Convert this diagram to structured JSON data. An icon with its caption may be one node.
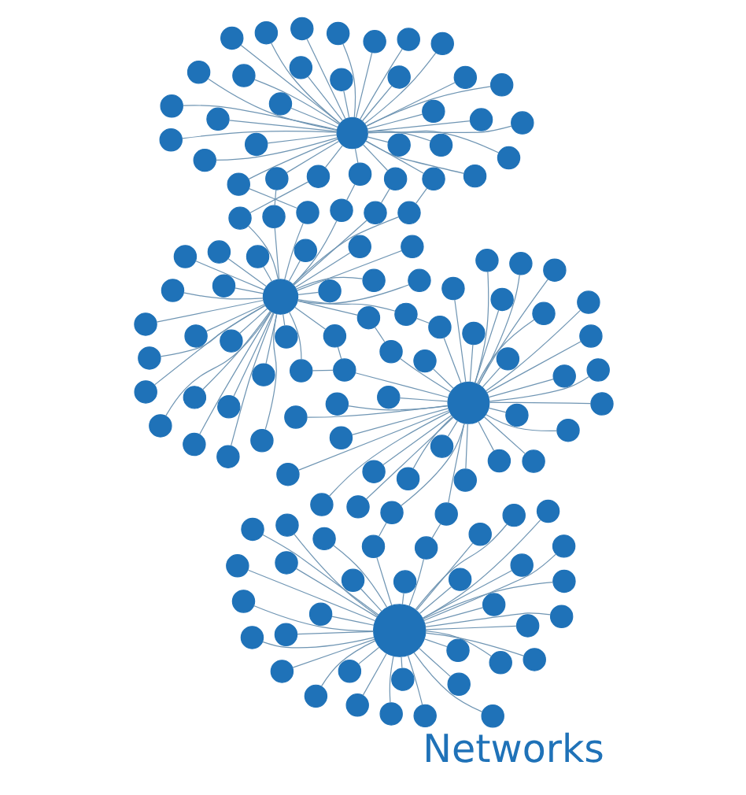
{
  "diagram": {
    "title": "Networks",
    "nodes": [
      {
        "text": [],
        "shape": "circle"
      },
      {
        "text": [],
        "shape": "circle"
      },
      {
        "text": [],
        "shape": "circle"
      },
      {
        "text": [],
        "shape": "circle"
      },
      {
        "text": [],
        "shape": "circle"
      },
      {
        "text": [],
        "shape": "circle"
      },
      {
        "text": [],
        "shape": "circle"
      },
      {
        "text": [],
        "shape": "circle"
      },
      {
        "text": [],
        "shape": "circle"
      },
      {
        "text": [],
        "shape": "circle"
      },
      {
        "text": [],
        "shape": "circle"
      },
      {
        "text": [],
        "shape": "circle"
      },
      {
        "text": [],
        "shape": "circle"
      },
      {
        "text": [],
        "shape": "circle"
      },
      {
        "text": [],
        "shape": "circle"
      },
      {
        "text": [],
        "shape": "circle"
      },
      {
        "text": [],
        "shape": "circle"
      },
      {
        "text": [],
        "shape": "circle"
      },
      {
        "text": [],
        "shape": "circle"
      },
      {
        "text": [],
        "shape": "circle"
      },
      {
        "text": [],
        "shape": "circle"
      },
      {
        "text": [],
        "shape": "circle"
      },
      {
        "text": [],
        "shape": "circle"
      },
      {
        "text": [],
        "shape": "circle"
      },
      {
        "text": [],
        "shape": "circle"
      },
      {
        "text": [],
        "shape": "circle"
      },
      {
        "text": [],
        "shape": "circle"
      },
      {
        "text": [],
        "shape": "circle"
      },
      {
        "text": [],
        "shape": "circle"
      },
      {
        "text": [],
        "shape": "circle"
      },
      {
        "text": [],
        "shape": "circle"
      },
      {
        "text": [],
        "shape": "circle"
      },
      {
        "text": [],
        "shape": "circle"
      },
      {
        "text": [],
        "shape": "circle"
      },
      {
        "text": [],
        "shape": "circle"
      },
      {
        "text": [],
        "shape": "circle"
      },
      {
        "text": [],
        "shape": "circle"
      },
      {
        "text": [],
        "shape": "circle"
      },
      {
        "text": [],
        "shape": "circle"
      },
      {
        "text": [],
        "shape": "circle"
      },
      {
        "text": [],
        "shape": "circle"
      },
      {
        "text": [],
        "shape": "circle"
      },
      {
        "text": [],
        "shape": "circle"
      },
      {
        "text": [],
        "shape": "circle"
      },
      {
        "text": [],
        "shape": "circle"
      },
      {
        "text": [],
        "shape": "circle"
      },
      {
        "text": [],
        "shape": "circle"
      },
      {
        "text": [],
        "shape": "circle"
      },
      {
        "text": [],
        "shape": "circle"
      },
      {
        "text": [],
        "shape": "circle"
      },
      {
        "text": [],
        "shape": "circle"
      },
      {
        "text": [],
        "shape": "circle"
      },
      {
        "text": [],
        "shape": "circle"
      },
      {
        "text": [],
        "shape": "circle"
      },
      {
        "text": [],
        "shape": "circle"
      },
      {
        "text": [],
        "shape": "circle"
      },
      {
        "text": [],
        "shape": "circle"
      },
      {
        "text": [],
        "shape": "circle"
      },
      {
        "text": [],
        "shape": "circle"
      },
      {
        "text": [],
        "shape": "circle"
      },
      {
        "text": [],
        "shape": "circle"
      },
      {
        "text": [],
        "shape": "circle"
      },
      {
        "text": [],
        "shape": "circle"
      },
      {
        "text": [],
        "shape": "circle"
      },
      {
        "text": [],
        "shape": "circle"
      },
      {
        "text": [],
        "shape": "circle"
      },
      {
        "text": [],
        "shape": "circle"
      },
      {
        "text": [],
        "shape": "circle"
      },
      {
        "text": [],
        "shape": "circle"
      },
      {
        "text": [],
        "shape": "circle"
      },
      {
        "text": [],
        "shape": "circle"
      },
      {
        "text": [],
        "shape": "circle"
      },
      {
        "text": [],
        "shape": "circle"
      },
      {
        "text": [],
        "shape": "circle"
      },
      {
        "text": [],
        "shape": "circle"
      },
      {
        "text": [],
        "shape": "circle"
      },
      {
        "text": [],
        "shape": "circle"
      },
      {
        "text": [],
        "shape": "circle"
      },
      {
        "text": [],
        "shape": "circle"
      },
      {
        "text": [],
        "shape": "circle"
      },
      {
        "text": [],
        "shape": "circle"
      },
      {
        "text": [],
        "shape": "circle"
      },
      {
        "text": [],
        "shape": "circle"
      },
      {
        "text": [],
        "shape": "circle"
      },
      {
        "text": [],
        "shape": "circle"
      },
      {
        "text": [],
        "shape": "circle"
      },
      {
        "text": [],
        "shape": "circle"
      },
      {
        "text": [],
        "shape": "circle"
      },
      {
        "text": [],
        "shape": "circle"
      },
      {
        "text": [],
        "shape": "circle"
      },
      {
        "text": [],
        "shape": "circle"
      },
      {
        "text": [],
        "shape": "circle"
      },
      {
        "text": [],
        "shape": "circle"
      },
      {
        "text": [],
        "shape": "circle"
      },
      {
        "text": [],
        "shape": "circle"
      },
      {
        "text": [],
        "shape": "circle"
      },
      {
        "text": [],
        "shape": "circle"
      },
      {
        "text": [],
        "shape": "circle"
      },
      {
        "text": [],
        "shape": "circle"
      },
      {
        "text": [],
        "shape": "circle"
      },
      {
        "text": [],
        "shape": "circle"
      },
      {
        "text": [],
        "shape": "circle"
      },
      {
        "text": [],
        "shape": "circle"
      },
      {
        "text": [],
        "shape": "circle"
      },
      {
        "text": [],
        "shape": "circle"
      },
      {
        "text": [],
        "shape": "circle"
      },
      {
        "text": [],
        "shape": "circle"
      },
      {
        "text": [],
        "shape": "circle"
      },
      {
        "text": [],
        "shape": "circle"
      },
      {
        "text": [],
        "shape": "circle"
      },
      {
        "text": [],
        "shape": "circle"
      },
      {
        "text": [],
        "shape": "circle"
      },
      {
        "text": [],
        "shape": "circle"
      },
      {
        "text": [],
        "shape": "circle"
      },
      {
        "text": [],
        "shape": "circle"
      },
      {
        "text": [],
        "shape": "circle"
      },
      {
        "text": [],
        "shape": "circle"
      },
      {
        "text": [],
        "shape": "circle"
      },
      {
        "text": [],
        "shape": "circle"
      },
      {
        "text": [],
        "shape": "circle"
      },
      {
        "text": [],
        "shape": "circle"
      },
      {
        "text": [],
        "shape": "circle"
      },
      {
        "text": [],
        "shape": "circle"
      },
      {
        "text": [],
        "shape": "circle"
      },
      {
        "text": [],
        "shape": "circle"
      },
      {
        "text": [],
        "shape": "circle"
      },
      {
        "text": [],
        "shape": "circle"
      },
      {
        "text": [],
        "shape": "circle"
      },
      {
        "text": [],
        "shape": "circle"
      },
      {
        "text": [],
        "shape": "circle"
      },
      {
        "text": [],
        "shape": "circle"
      },
      {
        "text": [],
        "shape": "circle"
      },
      {
        "text": [],
        "shape": "circle"
      },
      {
        "text": [],
        "shape": "circle"
      },
      {
        "text": [],
        "shape": "circle"
      },
      {
        "text": [],
        "shape": "circle"
      },
      {
        "text": [],
        "shape": "circle"
      },
      {
        "text": [],
        "shape": "circle"
      },
      {
        "text": [],
        "shape": "circle"
      },
      {
        "text": [],
        "shape": "circle"
      }
    ],
    "edges": [
      {
        "from": 0,
        "to": 4,
        "arrow": "none"
      },
      {
        "from": 0,
        "to": 5,
        "arrow": "none"
      },
      {
        "from": 0,
        "to": 6,
        "arrow": "none"
      },
      {
        "from": 0,
        "to": 7,
        "arrow": "none"
      },
      {
        "from": 0,
        "to": 8,
        "arrow": "none"
      },
      {
        "from": 0,
        "to": 9,
        "arrow": "none"
      },
      {
        "from": 0,
        "to": 10,
        "arrow": "none"
      },
      {
        "from": 0,
        "to": 11,
        "arrow": "none"
      },
      {
        "from": 0,
        "to": 12,
        "arrow": "none"
      },
      {
        "from": 0,
        "to": 13,
        "arrow": "none"
      },
      {
        "from": 0,
        "to": 14,
        "arrow": "none"
      },
      {
        "from": 0,
        "to": 15,
        "arrow": "none"
      },
      {
        "from": 0,
        "to": 16,
        "arrow": "none"
      },
      {
        "from": 0,
        "to": 17,
        "arrow": "none"
      },
      {
        "from": 0,
        "to": 18,
        "arrow": "none"
      },
      {
        "from": 0,
        "to": 19,
        "arrow": "none"
      },
      {
        "from": 0,
        "to": 20,
        "arrow": "none"
      },
      {
        "from": 0,
        "to": 21,
        "arrow": "none"
      },
      {
        "from": 0,
        "to": 22,
        "arrow": "none"
      },
      {
        "from": 0,
        "to": 23,
        "arrow": "none"
      },
      {
        "from": 0,
        "to": 24,
        "arrow": "none"
      },
      {
        "from": 0,
        "to": 25,
        "arrow": "none"
      },
      {
        "from": 0,
        "to": 26,
        "arrow": "none"
      },
      {
        "from": 0,
        "to": 27,
        "arrow": "none"
      },
      {
        "from": 0,
        "to": 28,
        "arrow": "none"
      },
      {
        "from": 0,
        "to": 29,
        "arrow": "none"
      },
      {
        "from": 0,
        "to": 30,
        "arrow": "none"
      },
      {
        "from": 0,
        "to": 31,
        "arrow": "none"
      },
      {
        "from": 0,
        "to": 32,
        "arrow": "none"
      },
      {
        "from": 0,
        "to": 33,
        "arrow": "none"
      },
      {
        "from": 0,
        "to": 34,
        "arrow": "none"
      },
      {
        "from": 0,
        "to": 35,
        "arrow": "none"
      },
      {
        "from": 0,
        "to": 36,
        "arrow": "none"
      },
      {
        "from": 0,
        "to": 37,
        "arrow": "none"
      },
      {
        "from": 0,
        "to": 38,
        "arrow": "none"
      },
      {
        "from": 1,
        "to": 39,
        "arrow": "none"
      },
      {
        "from": 1,
        "to": 40,
        "arrow": "none"
      },
      {
        "from": 1,
        "to": 41,
        "arrow": "none"
      },
      {
        "from": 1,
        "to": 42,
        "arrow": "none"
      },
      {
        "from": 1,
        "to": 43,
        "arrow": "none"
      },
      {
        "from": 1,
        "to": 44,
        "arrow": "none"
      },
      {
        "from": 1,
        "to": 45,
        "arrow": "none"
      },
      {
        "from": 1,
        "to": 46,
        "arrow": "none"
      },
      {
        "from": 1,
        "to": 47,
        "arrow": "none"
      },
      {
        "from": 1,
        "to": 48,
        "arrow": "none"
      },
      {
        "from": 1,
        "to": 49,
        "arrow": "none"
      },
      {
        "from": 1,
        "to": 50,
        "arrow": "none"
      },
      {
        "from": 1,
        "to": 51,
        "arrow": "none"
      },
      {
        "from": 1,
        "to": 52,
        "arrow": "none"
      },
      {
        "from": 1,
        "to": 53,
        "arrow": "none"
      },
      {
        "from": 1,
        "to": 54,
        "arrow": "none"
      },
      {
        "from": 1,
        "to": 55,
        "arrow": "none"
      },
      {
        "from": 1,
        "to": 56,
        "arrow": "none"
      },
      {
        "from": 1,
        "to": 57,
        "arrow": "none"
      },
      {
        "from": 1,
        "to": 58,
        "arrow": "none"
      },
      {
        "from": 1,
        "to": 59,
        "arrow": "none"
      },
      {
        "from": 1,
        "to": 60,
        "arrow": "none"
      },
      {
        "from": 1,
        "to": 61,
        "arrow": "none"
      },
      {
        "from": 1,
        "to": 62,
        "arrow": "none"
      },
      {
        "from": 1,
        "to": 63,
        "arrow": "none"
      },
      {
        "from": 1,
        "to": 64,
        "arrow": "none"
      },
      {
        "from": 1,
        "to": 65,
        "arrow": "none"
      },
      {
        "from": 1,
        "to": 66,
        "arrow": "none"
      },
      {
        "from": 1,
        "to": 67,
        "arrow": "none"
      },
      {
        "from": 1,
        "to": 68,
        "arrow": "none"
      },
      {
        "from": 1,
        "to": 69,
        "arrow": "none"
      },
      {
        "from": 1,
        "to": 70,
        "arrow": "none"
      },
      {
        "from": 1,
        "to": 71,
        "arrow": "none"
      },
      {
        "from": 2,
        "to": 72,
        "arrow": "none"
      },
      {
        "from": 2,
        "to": 73,
        "arrow": "none"
      },
      {
        "from": 2,
        "to": 74,
        "arrow": "none"
      },
      {
        "from": 2,
        "to": 75,
        "arrow": "none"
      },
      {
        "from": 2,
        "to": 76,
        "arrow": "none"
      },
      {
        "from": 2,
        "to": 77,
        "arrow": "none"
      },
      {
        "from": 2,
        "to": 78,
        "arrow": "none"
      },
      {
        "from": 2,
        "to": 79,
        "arrow": "none"
      },
      {
        "from": 2,
        "to": 80,
        "arrow": "none"
      },
      {
        "from": 2,
        "to": 81,
        "arrow": "none"
      },
      {
        "from": 2,
        "to": 82,
        "arrow": "none"
      },
      {
        "from": 2,
        "to": 83,
        "arrow": "none"
      },
      {
        "from": 2,
        "to": 84,
        "arrow": "none"
      },
      {
        "from": 2,
        "to": 85,
        "arrow": "none"
      },
      {
        "from": 2,
        "to": 86,
        "arrow": "none"
      },
      {
        "from": 2,
        "to": 87,
        "arrow": "none"
      },
      {
        "from": 2,
        "to": 88,
        "arrow": "none"
      },
      {
        "from": 2,
        "to": 89,
        "arrow": "none"
      },
      {
        "from": 2,
        "to": 90,
        "arrow": "none"
      },
      {
        "from": 2,
        "to": 91,
        "arrow": "none"
      },
      {
        "from": 2,
        "to": 92,
        "arrow": "none"
      },
      {
        "from": 2,
        "to": 93,
        "arrow": "none"
      },
      {
        "from": 2,
        "to": 94,
        "arrow": "none"
      },
      {
        "from": 2,
        "to": 95,
        "arrow": "none"
      },
      {
        "from": 2,
        "to": 96,
        "arrow": "none"
      },
      {
        "from": 2,
        "to": 97,
        "arrow": "none"
      },
      {
        "from": 2,
        "to": 98,
        "arrow": "none"
      },
      {
        "from": 2,
        "to": 99,
        "arrow": "none"
      },
      {
        "from": 2,
        "to": 100,
        "arrow": "none"
      },
      {
        "from": 2,
        "to": 101,
        "arrow": "none"
      },
      {
        "from": 2,
        "to": 102,
        "arrow": "none"
      },
      {
        "from": 2,
        "to": 103,
        "arrow": "none"
      },
      {
        "from": 2,
        "to": 104,
        "arrow": "none"
      },
      {
        "from": 2,
        "to": 105,
        "arrow": "none"
      },
      {
        "from": 3,
        "to": 106,
        "arrow": "none"
      },
      {
        "from": 3,
        "to": 107,
        "arrow": "none"
      },
      {
        "from": 3,
        "to": 108,
        "arrow": "none"
      },
      {
        "from": 3,
        "to": 109,
        "arrow": "none"
      },
      {
        "from": 3,
        "to": 110,
        "arrow": "none"
      },
      {
        "from": 3,
        "to": 111,
        "arrow": "none"
      },
      {
        "from": 3,
        "to": 112,
        "arrow": "none"
      },
      {
        "from": 3,
        "to": 113,
        "arrow": "none"
      },
      {
        "from": 3,
        "to": 114,
        "arrow": "none"
      },
      {
        "from": 3,
        "to": 115,
        "arrow": "none"
      },
      {
        "from": 3,
        "to": 116,
        "arrow": "none"
      },
      {
        "from": 3,
        "to": 117,
        "arrow": "none"
      },
      {
        "from": 3,
        "to": 118,
        "arrow": "none"
      },
      {
        "from": 3,
        "to": 119,
        "arrow": "none"
      },
      {
        "from": 3,
        "to": 120,
        "arrow": "none"
      },
      {
        "from": 3,
        "to": 121,
        "arrow": "none"
      },
      {
        "from": 3,
        "to": 122,
        "arrow": "none"
      },
      {
        "from": 3,
        "to": 123,
        "arrow": "none"
      },
      {
        "from": 3,
        "to": 124,
        "arrow": "none"
      },
      {
        "from": 3,
        "to": 125,
        "arrow": "none"
      },
      {
        "from": 3,
        "to": 126,
        "arrow": "none"
      },
      {
        "from": 3,
        "to": 127,
        "arrow": "none"
      },
      {
        "from": 3,
        "to": 128,
        "arrow": "none"
      },
      {
        "from": 3,
        "to": 129,
        "arrow": "none"
      },
      {
        "from": 3,
        "to": 130,
        "arrow": "none"
      },
      {
        "from": 3,
        "to": 131,
        "arrow": "none"
      },
      {
        "from": 3,
        "to": 132,
        "arrow": "none"
      },
      {
        "from": 3,
        "to": 133,
        "arrow": "none"
      },
      {
        "from": 3,
        "to": 134,
        "arrow": "none"
      },
      {
        "from": 3,
        "to": 135,
        "arrow": "none"
      },
      {
        "from": 3,
        "to": 136,
        "arrow": "none"
      },
      {
        "from": 3,
        "to": 137,
        "arrow": "none"
      },
      {
        "from": 3,
        "to": 138,
        "arrow": "none"
      },
      {
        "from": 3,
        "to": 139,
        "arrow": "none"
      },
      {
        "from": 51,
        "to": 72,
        "arrow": "none"
      },
      {
        "from": 53,
        "to": 73,
        "arrow": "none"
      },
      {
        "from": 56,
        "to": 74,
        "arrow": "none"
      },
      {
        "from": 60,
        "to": 80,
        "arrow": "none"
      },
      {
        "from": 62,
        "to": 81,
        "arrow": "none"
      },
      {
        "from": 64,
        "to": 79,
        "arrow": "none"
      },
      {
        "from": 34,
        "to": 106,
        "arrow": "none"
      },
      {
        "from": 36,
        "to": 107,
        "arrow": "none"
      },
      {
        "from": 116,
        "to": 86,
        "arrow": "none"
      },
      {
        "from": 118,
        "to": 88,
        "arrow": "none"
      },
      {
        "from": 118,
        "to": 99,
        "arrow": "none"
      },
      {
        "from": 119,
        "to": 100,
        "arrow": "none"
      }
    ]
  }
}
